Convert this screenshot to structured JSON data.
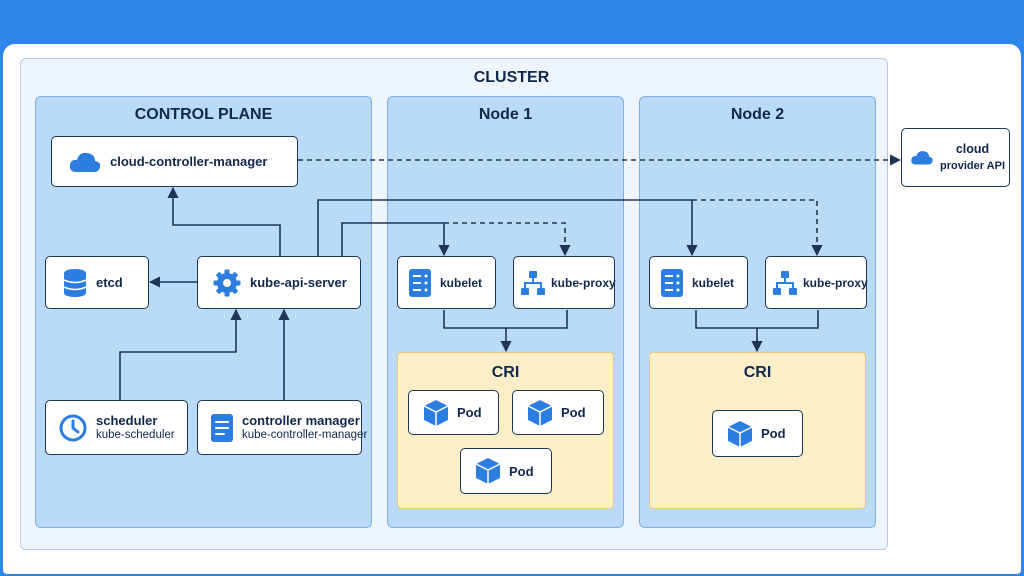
{
  "cluster": {
    "title": "CLUSTER"
  },
  "control_plane": {
    "title": "CONTROL PLANE",
    "ccm": "cloud-controller-manager",
    "etcd": "etcd",
    "api_server": "kube-api-server",
    "scheduler": {
      "label": "scheduler",
      "sub": "kube-scheduler"
    },
    "controller_manager": {
      "label": "controller manager",
      "sub": "kube-controller-manager"
    }
  },
  "node1": {
    "title": "Node 1",
    "kubelet": "kubelet",
    "proxy": "kube-proxy",
    "cri": "CRI",
    "pods": [
      "Pod",
      "Pod",
      "Pod"
    ]
  },
  "node2": {
    "title": "Node 2",
    "kubelet": "kubelet",
    "proxy": "kube-proxy",
    "cri": "CRI",
    "pods": [
      "Pod"
    ]
  },
  "cloud_api": {
    "line1": "cloud",
    "line2": "provider API"
  },
  "colors": {
    "accent": "#2b7de0",
    "panel": "#b9dbf8",
    "cri": "#fcefc8",
    "outline": "#1e3557"
  }
}
